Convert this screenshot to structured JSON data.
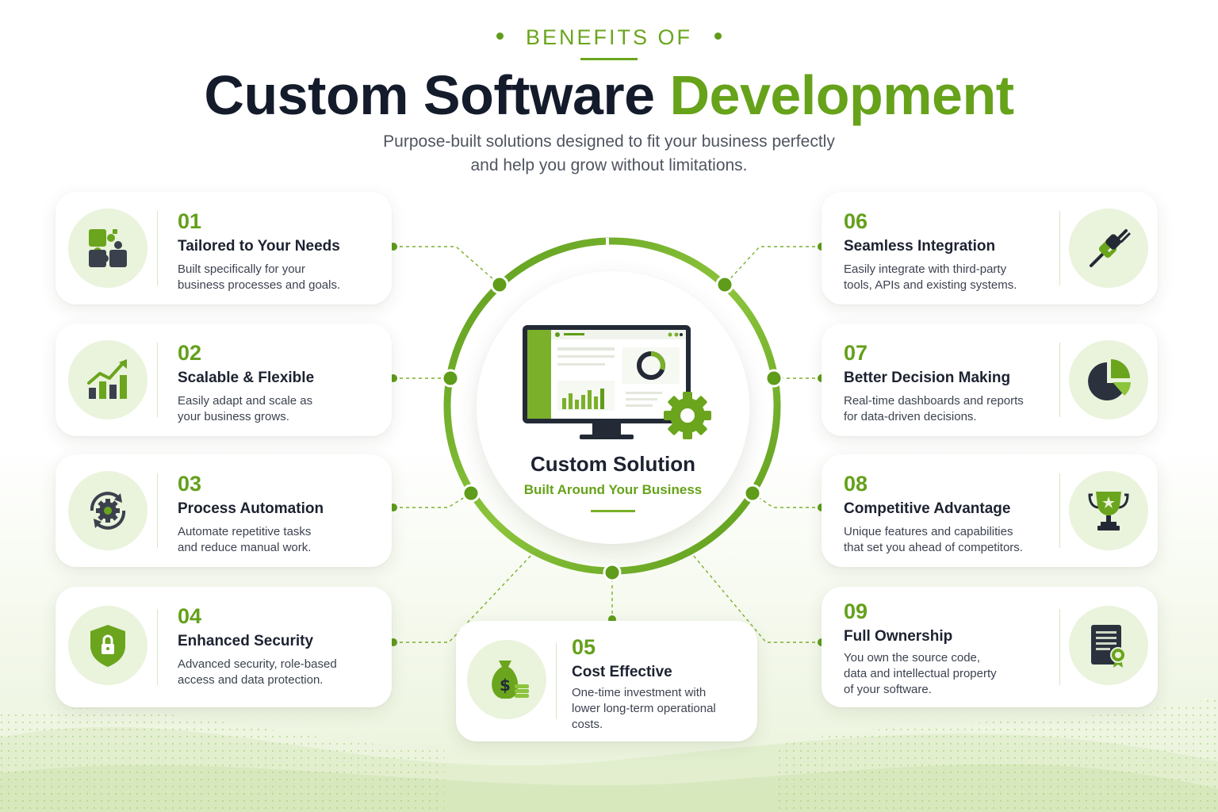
{
  "header": {
    "eyebrow": "BENEFITS OF",
    "title_main": "Custom Software",
    "title_accent": "Development",
    "subtitle_line1": "Purpose-built solutions designed to fit your business perfectly",
    "subtitle_line2": "and help you grow without limitations."
  },
  "hub": {
    "title": "Custom Solution",
    "subtitle": "Built Around Your Business"
  },
  "benefits": [
    {
      "number": "01",
      "title": "Tailored to Your Needs",
      "desc_line1": "Built specifically for your",
      "desc_line2": "business processes and goals.",
      "icon": "puzzle-icon"
    },
    {
      "number": "02",
      "title": "Scalable & Flexible",
      "desc_line1": "Easily adapt and scale as",
      "desc_line2": "your business grows.",
      "icon": "growth-chart-icon"
    },
    {
      "number": "03",
      "title": "Process Automation",
      "desc_line1": "Automate repetitive tasks",
      "desc_line2": "and reduce manual work.",
      "icon": "automation-gear-icon"
    },
    {
      "number": "04",
      "title": "Enhanced Security",
      "desc_line1": "Advanced security, role-based",
      "desc_line2": "access and data protection.",
      "icon": "shield-lock-icon"
    },
    {
      "number": "05",
      "title": "Cost Effective",
      "desc_line1": "One-time investment with",
      "desc_line2": "lower long-term operational",
      "desc_line3": "costs.",
      "icon": "money-bag-icon"
    },
    {
      "number": "06",
      "title": "Seamless Integration",
      "desc_line1": "Easily integrate with third-party",
      "desc_line2": "tools, APIs and existing systems.",
      "icon": "plug-icon"
    },
    {
      "number": "07",
      "title": "Better Decision Making",
      "desc_line1": "Real-time dashboards and reports",
      "desc_line2": "for data-driven decisions.",
      "icon": "pie-chart-icon"
    },
    {
      "number": "08",
      "title": "Competitive Advantage",
      "desc_line1": "Unique features and capabilities",
      "desc_line2": "that set you ahead of competitors.",
      "icon": "trophy-icon"
    },
    {
      "number": "09",
      "title": "Full Ownership",
      "desc_line1": "You own the source code,",
      "desc_line2": "data and intellectual property",
      "desc_line3": "of your software.",
      "icon": "certificate-icon"
    }
  ],
  "colors": {
    "accent": "#66a21a",
    "accent_light": "#8cc43c",
    "dark": "#1c2230",
    "icon_bg": "#eaf3dc"
  }
}
